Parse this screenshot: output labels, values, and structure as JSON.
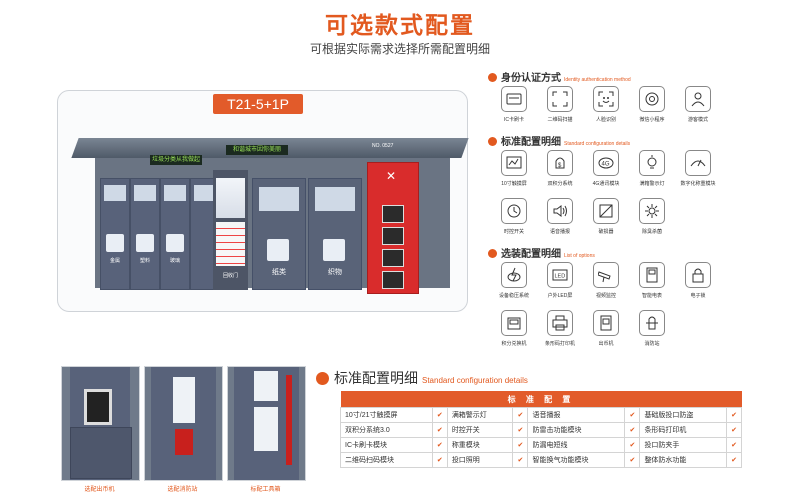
{
  "header": {
    "title": "可选款式配置",
    "subtitle": "可根据实际需求选择所需配置明细"
  },
  "product": {
    "model": "T21-5+1P",
    "led_left": "垃圾分类从我做起",
    "led_right": "和谐城市因你美丽",
    "serial": "NO. 0527",
    "bins": [
      "金属",
      "塑料",
      "玻璃"
    ],
    "kiosk_label": "回收门",
    "big_doors": [
      "纸类",
      "织物"
    ]
  },
  "sections": {
    "identity": {
      "title": "身份认证方式",
      "title_en": "Identity authentication method",
      "items": [
        {
          "label": "IC卡刷卡",
          "icon": "ic-card-icon"
        },
        {
          "label": "二维码扫描",
          "icon": "qr-scan-icon"
        },
        {
          "label": "人脸识别",
          "icon": "face-id-icon"
        },
        {
          "label": "微信小程序",
          "icon": "mini-program-icon"
        },
        {
          "label": "游客模式",
          "icon": "guest-icon"
        }
      ]
    },
    "standard": {
      "title": "标准配置明细",
      "title_en": "Standard configuration details",
      "items": [
        {
          "label": "10寸触摸屏",
          "icon": "touchscreen-icon"
        },
        {
          "label": "双积分系统",
          "icon": "points-icon"
        },
        {
          "label": "4G通讯模块",
          "icon": "4g-icon"
        },
        {
          "label": "满箱警示灯",
          "icon": "warning-light-icon"
        },
        {
          "label": "数字化称重模块",
          "icon": "scale-icon"
        },
        {
          "label": "时控开关",
          "icon": "timer-icon"
        },
        {
          "label": "语音播报",
          "icon": "speaker-icon"
        },
        {
          "label": "破损器",
          "icon": "crusher-icon"
        },
        {
          "label": "除臭杀菌",
          "icon": "sterilize-icon"
        }
      ]
    },
    "optional": {
      "title": "选装配置明细",
      "title_en": "List of options",
      "items": [
        {
          "label": "设备稳压系统",
          "icon": "voltage-icon"
        },
        {
          "label": "户外LED屏",
          "icon": "led-screen-icon",
          "text": "LED"
        },
        {
          "label": "视频监控",
          "icon": "camera-icon"
        },
        {
          "label": "智能电表",
          "icon": "meter-icon"
        },
        {
          "label": "电子锁",
          "icon": "lock-icon"
        },
        {
          "label": "积分兑换机",
          "icon": "exchange-icon"
        },
        {
          "label": "条形码打印机",
          "icon": "printer-icon"
        },
        {
          "label": "出币机",
          "icon": "coin-icon"
        },
        {
          "label": "消防站",
          "icon": "fire-hydrant-icon"
        }
      ]
    }
  },
  "photos": [
    {
      "caption": "选配出币机"
    },
    {
      "caption": "选配消防站"
    },
    {
      "caption": "标配工具箱"
    }
  ],
  "std_table": {
    "heading": "标准配置明细",
    "heading_en": "Standard configuration details",
    "header": "标 准 配 置",
    "check": "✔",
    "rows": [
      [
        "10寸/21寸触摸屏",
        "满箱警示灯",
        "语音播报",
        "基础版投口防盗"
      ],
      [
        "双积分系统3.0",
        "时控开关",
        "防雷击功能模块",
        "条形码打印机"
      ],
      [
        "IC卡刷卡模块",
        "称重模块",
        "防漏电短线",
        "投口防夹手"
      ],
      [
        "二维码扫码模块",
        "投口照明",
        "智能换气功能模块",
        "整体防水功能"
      ]
    ]
  }
}
